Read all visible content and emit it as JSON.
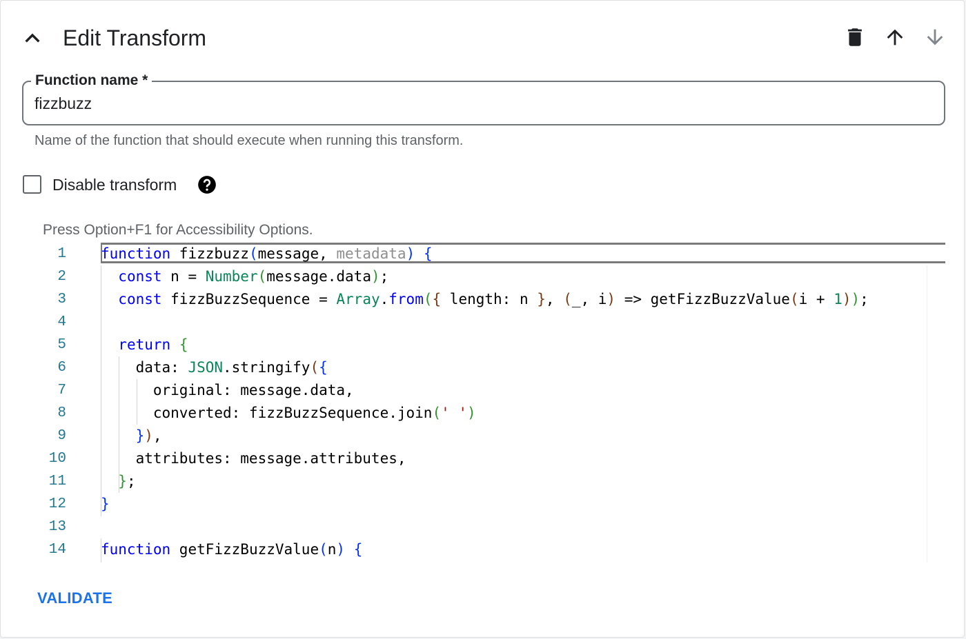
{
  "header": {
    "title": "Edit Transform",
    "icons": {
      "collapse": "chevron-up-icon",
      "delete": "delete-icon",
      "move_up": "arrow-up-icon",
      "move_down": "arrow-down-icon"
    }
  },
  "function_field": {
    "label": "Function name *",
    "value": "fizzbuzz",
    "hint": "Name of the function that should execute when running this transform."
  },
  "disable_checkbox": {
    "label": "Disable transform",
    "checked": false,
    "help_icon": "help-circle-icon"
  },
  "editor": {
    "accessibility_hint": "Press Option+F1 for Accessibility Options.",
    "lines": [
      {
        "n": "1",
        "tokens": [
          [
            "kw",
            "function"
          ],
          [
            "tx",
            " fizzbuzz"
          ],
          [
            "b1",
            "("
          ],
          [
            "tx",
            "message, "
          ],
          [
            "pm",
            "metadata"
          ],
          [
            "b1",
            ")"
          ],
          [
            "tx",
            " "
          ],
          [
            "b1",
            "{"
          ]
        ]
      },
      {
        "n": "2",
        "tokens": [
          [
            "tx",
            "  "
          ],
          [
            "kw",
            "const"
          ],
          [
            "tx",
            " n = "
          ],
          [
            "ty",
            "Number"
          ],
          [
            "b2",
            "("
          ],
          [
            "tx",
            "message.data"
          ],
          [
            "b2",
            ")"
          ],
          [
            "tx",
            ";"
          ]
        ]
      },
      {
        "n": "3",
        "tokens": [
          [
            "tx",
            "  "
          ],
          [
            "kw",
            "const"
          ],
          [
            "tx",
            " fizzBuzzSequence = "
          ],
          [
            "ty",
            "Array"
          ],
          [
            "tx",
            "."
          ],
          [
            "kw",
            "from"
          ],
          [
            "b2",
            "("
          ],
          [
            "b3",
            "{"
          ],
          [
            "tx",
            " length: n "
          ],
          [
            "b3",
            "}"
          ],
          [
            "tx",
            ", "
          ],
          [
            "b3",
            "("
          ],
          [
            "tx",
            "_, i"
          ],
          [
            "b3",
            ")"
          ],
          [
            "tx",
            " => getFizzBuzzValue"
          ],
          [
            "b3",
            "("
          ],
          [
            "tx",
            "i + "
          ],
          [
            "nm",
            "1"
          ],
          [
            "b3",
            ")"
          ],
          [
            "b2",
            ")"
          ],
          [
            "tx",
            ";"
          ]
        ]
      },
      {
        "n": "4",
        "tokens": []
      },
      {
        "n": "5",
        "tokens": [
          [
            "tx",
            "  "
          ],
          [
            "kw",
            "return"
          ],
          [
            "tx",
            " "
          ],
          [
            "b2",
            "{"
          ]
        ]
      },
      {
        "n": "6",
        "tokens": [
          [
            "tx",
            "    data: "
          ],
          [
            "ty",
            "JSON"
          ],
          [
            "tx",
            ".stringify"
          ],
          [
            "b3",
            "("
          ],
          [
            "b1",
            "{"
          ]
        ]
      },
      {
        "n": "7",
        "tokens": [
          [
            "tx",
            "      original: message.data,"
          ]
        ]
      },
      {
        "n": "8",
        "tokens": [
          [
            "tx",
            "      converted: fizzBuzzSequence.join"
          ],
          [
            "b2",
            "("
          ],
          [
            "st",
            "' '"
          ],
          [
            "b2",
            ")"
          ]
        ]
      },
      {
        "n": "9",
        "tokens": [
          [
            "tx",
            "    "
          ],
          [
            "b1",
            "}"
          ],
          [
            "b3",
            ")"
          ],
          [
            "tx",
            ","
          ]
        ]
      },
      {
        "n": "10",
        "tokens": [
          [
            "tx",
            "    attributes: message.attributes,"
          ]
        ]
      },
      {
        "n": "11",
        "tokens": [
          [
            "tx",
            "  "
          ],
          [
            "b2",
            "}"
          ],
          [
            "tx",
            ";"
          ]
        ]
      },
      {
        "n": "12",
        "tokens": [
          [
            "b1",
            "}"
          ]
        ]
      },
      {
        "n": "13",
        "tokens": []
      },
      {
        "n": "14",
        "tokens": [
          [
            "kw",
            "function"
          ],
          [
            "tx",
            " getFizzBuzzValue"
          ],
          [
            "b1",
            "("
          ],
          [
            "tx",
            "n"
          ],
          [
            "b1",
            ")"
          ],
          [
            "tx",
            " "
          ],
          [
            "b1",
            "{"
          ]
        ]
      }
    ],
    "token_colors": {
      "kw": "#0000ff",
      "tx": "#000000",
      "pm": "#8e8e8e",
      "ty": "#098658",
      "nm": "#098658",
      "st": "#a31515",
      "b1": "#0431fa",
      "b2": "#319331",
      "b3": "#7b3814"
    }
  },
  "actions": {
    "validate": "VALIDATE"
  },
  "colors": {
    "accent": "#1a73e8",
    "line_number": "#237893",
    "outline": "#70757a"
  }
}
